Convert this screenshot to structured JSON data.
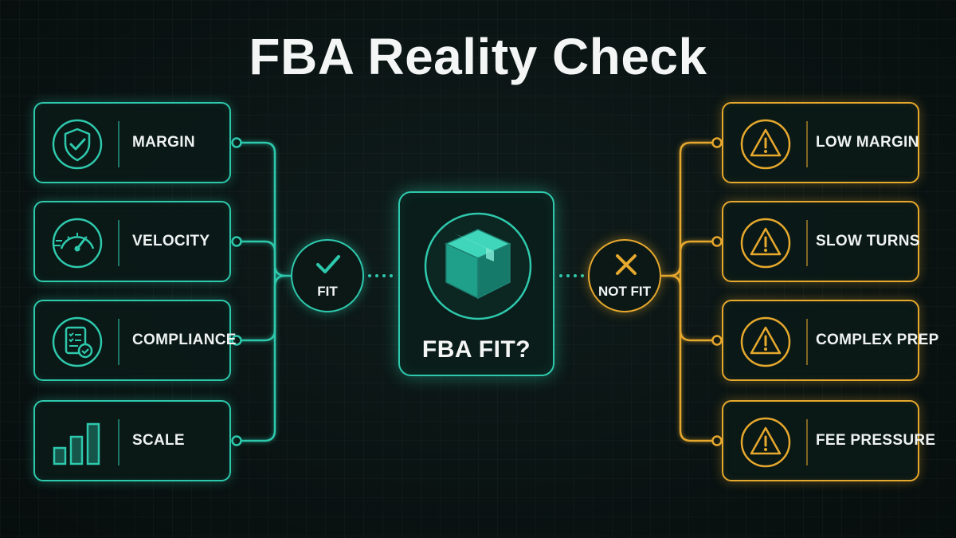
{
  "title": "FBA Reality Check",
  "colors": {
    "fit_accent": "#2ec9ad",
    "not_fit_accent": "#e6a82d",
    "background": "#0a1413"
  },
  "left_factors": [
    {
      "label": "MARGIN",
      "icon": "shield-check-icon"
    },
    {
      "label": "VELOCITY",
      "icon": "speedometer-icon"
    },
    {
      "label": "COMPLIANCE",
      "icon": "checklist-icon"
    },
    {
      "label": "SCALE",
      "icon": "bar-chart-icon"
    }
  ],
  "fit_node": {
    "label": "FIT",
    "icon": "check-icon"
  },
  "center": {
    "label": "FBA FIT?",
    "icon": "package-box-icon"
  },
  "not_fit_node": {
    "label": "NOT FIT",
    "icon": "x-icon"
  },
  "right_factors": [
    {
      "label": "LOW MARGIN",
      "icon": "warning-icon"
    },
    {
      "label": "SLOW TURNS",
      "icon": "warning-icon"
    },
    {
      "label": "COMPLEX PREP",
      "icon": "warning-icon"
    },
    {
      "label": "FEE PRESSURE",
      "icon": "warning-icon"
    }
  ]
}
